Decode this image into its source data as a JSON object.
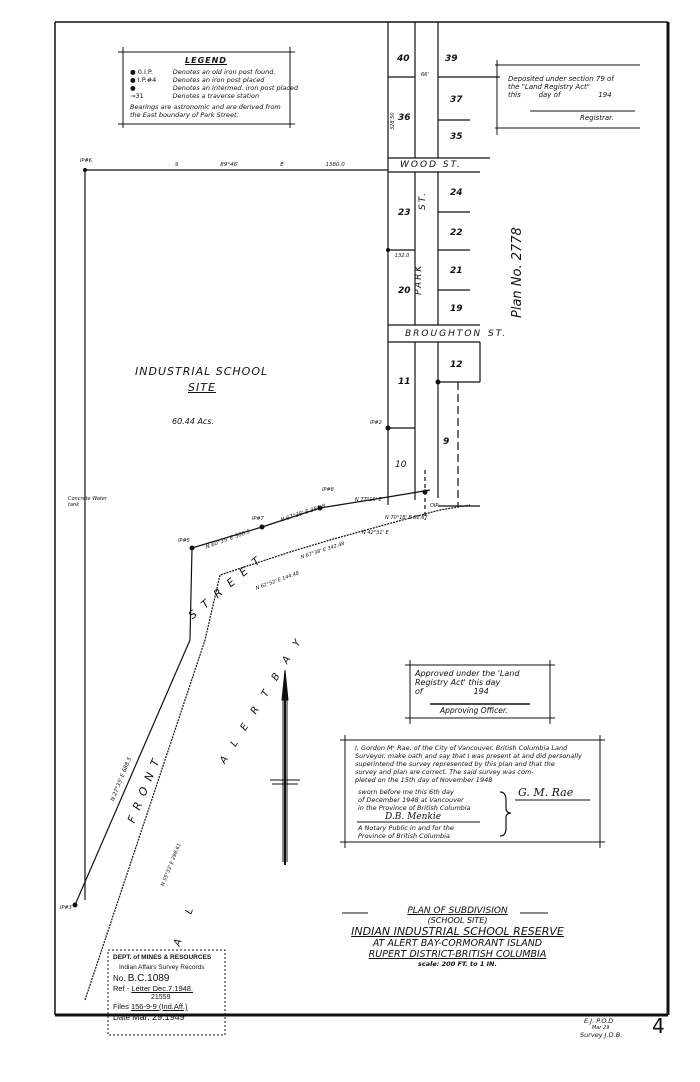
{
  "legend": {
    "title": "LEGEND",
    "items": [
      {
        "symbol": "0.I.P.",
        "icon": "old-iron-post-icon",
        "text": "Denotes an old iron post found."
      },
      {
        "symbol": "I.P.#4",
        "icon": "iron-post-icon",
        "text": "Denotes an iron post placed"
      },
      {
        "symbol": "",
        "icon": "intermediate-post-icon",
        "text": "Denotes an intermed. iron post placed"
      },
      {
        "symbol": "31",
        "icon": "traverse-station-icon",
        "text": "Denotes a traverse station"
      }
    ],
    "note": "Bearings are astronomic and are derived from the East boundary of Park Street."
  },
  "deposit_box": {
    "text": "Deposited under section 79 of the \"Land Registry Act\" this day of 194",
    "line1": "Deposited under section 79 of",
    "line2": "the \"Land Registry Act\"",
    "line3": "this        day of                 194",
    "signer": "Registrar."
  },
  "approval_box": {
    "line1": "Approved under the 'Land",
    "line2": "Registry Act' this       day",
    "line3": "of                    194",
    "signer": "Approving Officer."
  },
  "oath": {
    "line1": "I, Gordon Mᶜ Rae, of the City of Vancouver, British Columbia Land",
    "line2": "Surveyor, make oath and say that I was present at and did personally",
    "line3": "superintend the survey represented by this plan and that the",
    "line4": "survey and plan are correct. The said survey was com-",
    "line5": "pleted on the 15th day of November      1948",
    "sworn1": "sworn before me this 6th day",
    "sworn2": "of December 1948 at Vancouver",
    "sworn3": "in the Province of British Columbia",
    "notary_sig": "D.B. Menkie",
    "notary1": "A Notary Public in and for the",
    "notary2": "Province of British Columbia",
    "surveyor_sig": "G. M. Rae"
  },
  "title_block": {
    "line1": "PLAN OF SUBDIVISION",
    "line2": "(SCHOOL SITE)",
    "line3": "INDIAN INDUSTRIAL SCHOOL RESERVE",
    "line4": "AT ALERT BAY-CORMORANT ISLAND",
    "line5": "RUPERT DISTRICT-BRITISH COLUMBIA",
    "scale": "scale: 200 FT. to 1 IN."
  },
  "stamp": {
    "dept": "DEPT. of MINES & RESOURCES",
    "sub": "Indian Affairs Survey Records",
    "no_label": "No.",
    "no_value": "B.C.1089",
    "ref_label": "Ref -",
    "ref_value": "Letter Dec.7.1948.",
    "files_label": "Files",
    "files_top": "21559",
    "files_value": "156-9-9 (Ind.Aff.)",
    "date_label": "Date",
    "date_value": "Mar. 29.1949"
  },
  "map": {
    "site_name1": "INDUSTRIAL   SCHOOL",
    "site_name2": "SITE",
    "area": "60.44 Acs.",
    "water_tank": "Concrete Water tank",
    "streets": {
      "wood": "WOOD   ST.",
      "broughton": "BROUGHTON",
      "broughton_st": "ST.",
      "park": "PARK",
      "park_st": "ST.",
      "front": "F R O N T",
      "street": "S T R E E T",
      "alert_bay": "A L E R T   B A Y",
      "alert_bay_lower": "A   L"
    },
    "plan_ref": "Plan   No. 2778",
    "lots": [
      "40",
      "39",
      "36",
      "37",
      "35",
      "24",
      "23",
      "22",
      "21",
      "20",
      "19",
      "12",
      "11",
      "9",
      "10"
    ],
    "dimensions": {
      "north_boundary": "S 89°46' E   1380.0",
      "l1": "N 27°35' E  688.5",
      "l2": "N 60°35' E  300.5",
      "l3": "N 67°38' E  381.8",
      "l4": "N 77°16' E",
      "l5": "N 70°18' E  82.67",
      "l6": "N 67°38' E  342.48",
      "l7": "N 62°52' E  144.48",
      "l8": "N 55°33' E  298.61",
      "l9": "N 42°31' E",
      "lot_w": "132.0",
      "lot_d": "328.50",
      "park_w": "66'"
    },
    "posts": [
      "IP#6",
      "IP#5",
      "IP#7",
      "IP#8",
      "IP#2",
      "OIP",
      "IP#3"
    ]
  },
  "footer": {
    "initials1": "E.J. P.O.D",
    "initials2": "Mar 29",
    "initials3": "Survey J.D.B.",
    "sheet": "4"
  }
}
